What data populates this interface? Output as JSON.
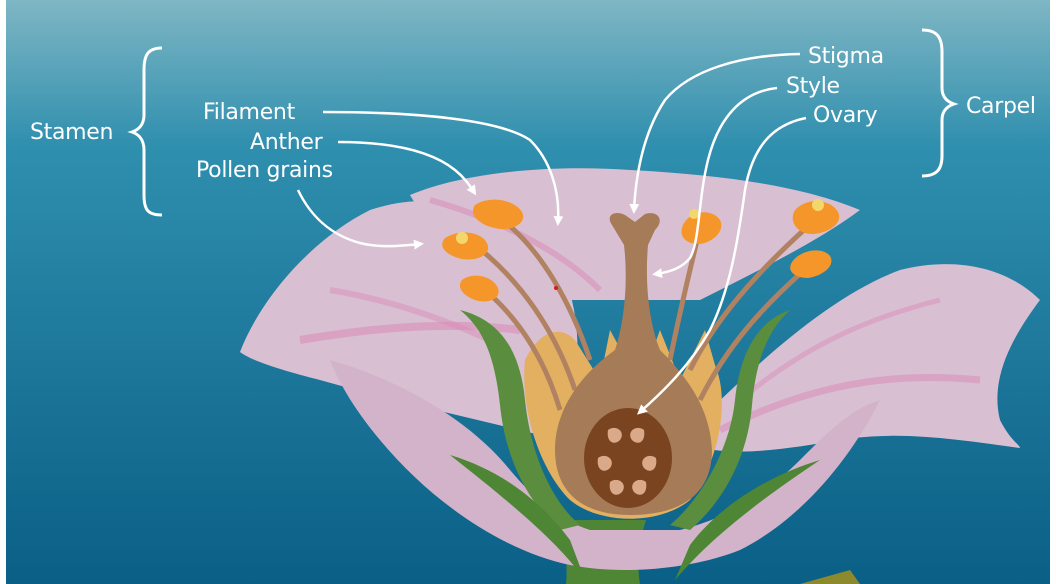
{
  "groups": {
    "stamen": "Stamen",
    "carpel": "Carpel"
  },
  "parts": {
    "filament": "Filament",
    "anther": "Anther",
    "pollen": "Pollen grains",
    "stigma": "Stigma",
    "style": "Style",
    "ovary": "Ovary"
  },
  "colors": {
    "background_top": "#7fb6c4",
    "background_bottom": "#0a5f86",
    "petal": "#d9bfd2",
    "petal_vein": "#d98db8",
    "sepal": "#5a8d3d",
    "anther": "#f5962b",
    "pollen": "#f4d76a",
    "pistil": "#a67b58",
    "ovary": "#7b4420",
    "receptacle": "#e3b061",
    "label": "#ffffff"
  }
}
